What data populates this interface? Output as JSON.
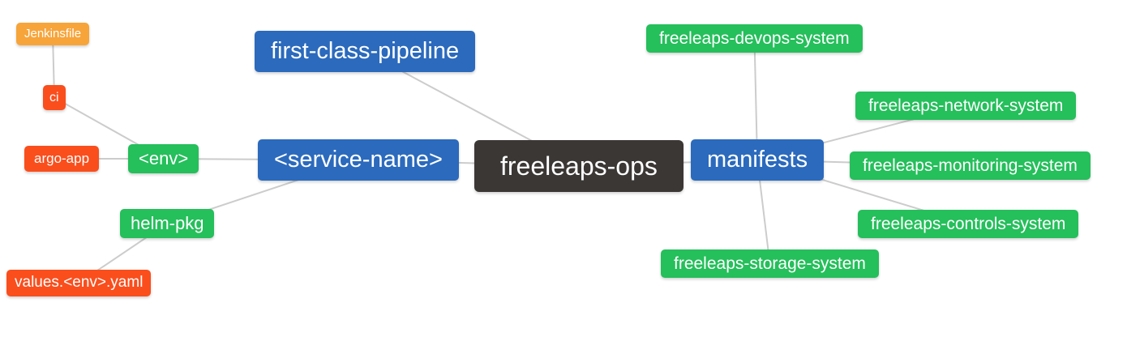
{
  "mindmap": {
    "title": "freeleaps-ops repository structure mind map",
    "edge_color": "#cccccc",
    "background": "#ffffff",
    "text_color": "#ffffff",
    "colors": {
      "blue": "#2b6abd",
      "green": "#25bf5b",
      "red": "#fa4e1d",
      "orange": "#f7a43a",
      "dark": "#3b3735"
    },
    "root_label": "freeleaps-ops",
    "nodes": [
      {
        "id": "jenkinsfile",
        "label": "Jenkinsfile",
        "color": "orange"
      },
      {
        "id": "ci",
        "label": "ci",
        "color": "red"
      },
      {
        "id": "argo-app",
        "label": "argo-app",
        "color": "red"
      },
      {
        "id": "env",
        "label": "<env>",
        "color": "green"
      },
      {
        "id": "helm-pkg",
        "label": "helm-pkg",
        "color": "green"
      },
      {
        "id": "values-env-yaml",
        "label": "values.<env>.yaml",
        "color": "red"
      },
      {
        "id": "first-class-pipeline",
        "label": "first-class-pipeline",
        "color": "blue"
      },
      {
        "id": "service-name",
        "label": "<service-name>",
        "color": "blue"
      },
      {
        "id": "freeleaps-ops",
        "label": "freeleaps-ops",
        "color": "dark"
      },
      {
        "id": "manifests",
        "label": "manifests",
        "color": "blue"
      },
      {
        "id": "devops-system",
        "label": "freeleaps-devops-system",
        "color": "green"
      },
      {
        "id": "network-system",
        "label": "freeleaps-network-system",
        "color": "green"
      },
      {
        "id": "monitoring-system",
        "label": "freeleaps-monitoring-system",
        "color": "green"
      },
      {
        "id": "controls-system",
        "label": "freeleaps-controls-system",
        "color": "green"
      },
      {
        "id": "storage-system",
        "label": "freeleaps-storage-system",
        "color": "green"
      }
    ],
    "edges": [
      [
        "jenkinsfile",
        "ci"
      ],
      [
        "ci",
        "env"
      ],
      [
        "argo-app",
        "env"
      ],
      [
        "env",
        "service-name"
      ],
      [
        "helm-pkg",
        "service-name"
      ],
      [
        "values-env-yaml",
        "helm-pkg"
      ],
      [
        "first-class-pipeline",
        "freeleaps-ops"
      ],
      [
        "service-name",
        "freeleaps-ops"
      ],
      [
        "freeleaps-ops",
        "manifests"
      ],
      [
        "manifests",
        "devops-system"
      ],
      [
        "manifests",
        "network-system"
      ],
      [
        "manifests",
        "monitoring-system"
      ],
      [
        "manifests",
        "controls-system"
      ],
      [
        "manifests",
        "storage-system"
      ]
    ]
  }
}
